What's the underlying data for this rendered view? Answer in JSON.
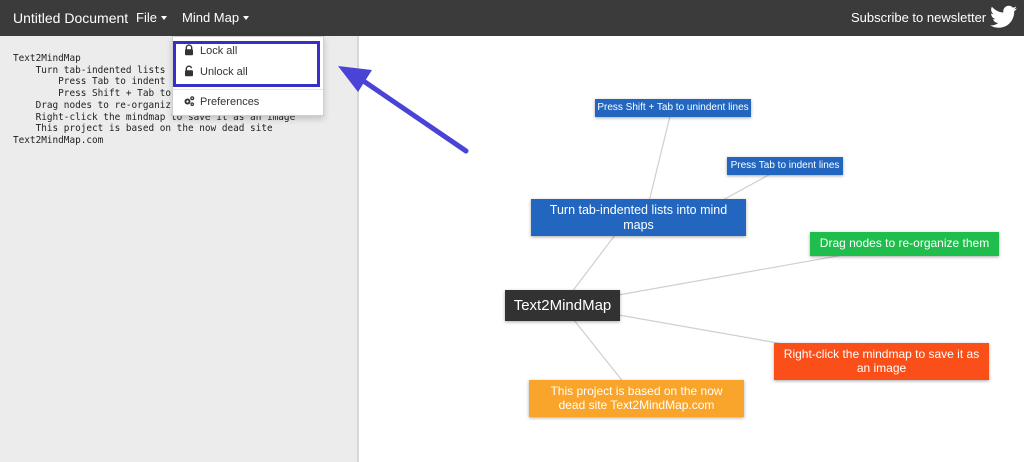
{
  "navbar": {
    "doc_title": "Untitled Document",
    "file_menu": "File",
    "mindmap_menu": "Mind Map",
    "subscribe": "Subscribe to newsletter"
  },
  "editor": {
    "text": "Text2MindMap\n    Turn tab-indented lists\n        Press Tab to indent\n        Press Shift + Tab to\n    Drag nodes to re-organiz\n    Right-click the mindmap to save it as an image\n    This project is based on the now dead site\nText2MindMap.com"
  },
  "dropdown": {
    "items": [
      {
        "label": "Lock all",
        "icon": "lock-icon"
      },
      {
        "label": "Unlock all",
        "icon": "unlock-icon"
      },
      {
        "label": "Preferences",
        "icon": "gears-icon"
      }
    ]
  },
  "mindmap": {
    "root": "Text2MindMap",
    "nodes": {
      "tab_lists": "Turn tab-indented lists into mind maps",
      "unindent": "Press Shift + Tab to unindent lines",
      "indent": "Press Tab to indent lines",
      "drag": "Drag nodes to re-organize them",
      "right_click": "Right-click the mindmap to save it as an image",
      "project": "This project is based on the now dead site Text2MindMap.com"
    }
  },
  "colors": {
    "navbar": "#3b3b3b",
    "root_node": "#333232",
    "blue_node": "#2266c0",
    "green_node": "#1fbe4c",
    "red_node": "#fb4f1a",
    "orange_node": "#f9a42a",
    "annotation": "#3730c8"
  }
}
